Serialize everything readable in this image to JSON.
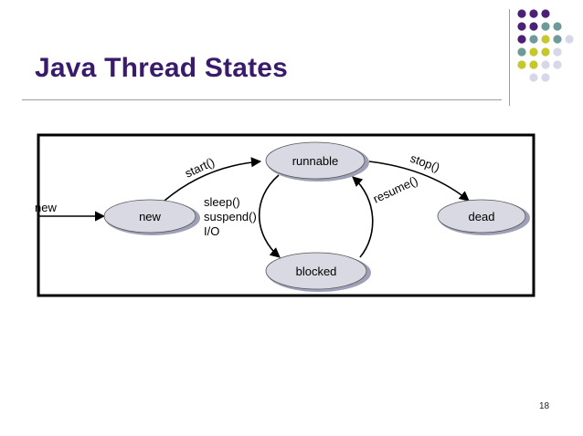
{
  "slide": {
    "title": "Java Thread States",
    "page_number": "18"
  },
  "diagram": {
    "states": {
      "new": "new",
      "runnable": "runnable",
      "blocked": "blocked",
      "dead": "dead"
    },
    "transitions": {
      "entry": "new",
      "start": "start()",
      "stop": "stop()",
      "resume": "resume()",
      "block_causes": [
        "sleep()",
        "suspend()",
        "I/O"
      ]
    }
  },
  "colors": {
    "title": "#3a1b6b",
    "node_fill": "#d9d9e3",
    "node_shadow": "#9ea0b8",
    "frame": "#000000",
    "deco_purple": "#4b2177",
    "deco_teal": "#6e9b97",
    "deco_lime": "#c5c72a",
    "deco_lavender": "#d7d7ea"
  }
}
